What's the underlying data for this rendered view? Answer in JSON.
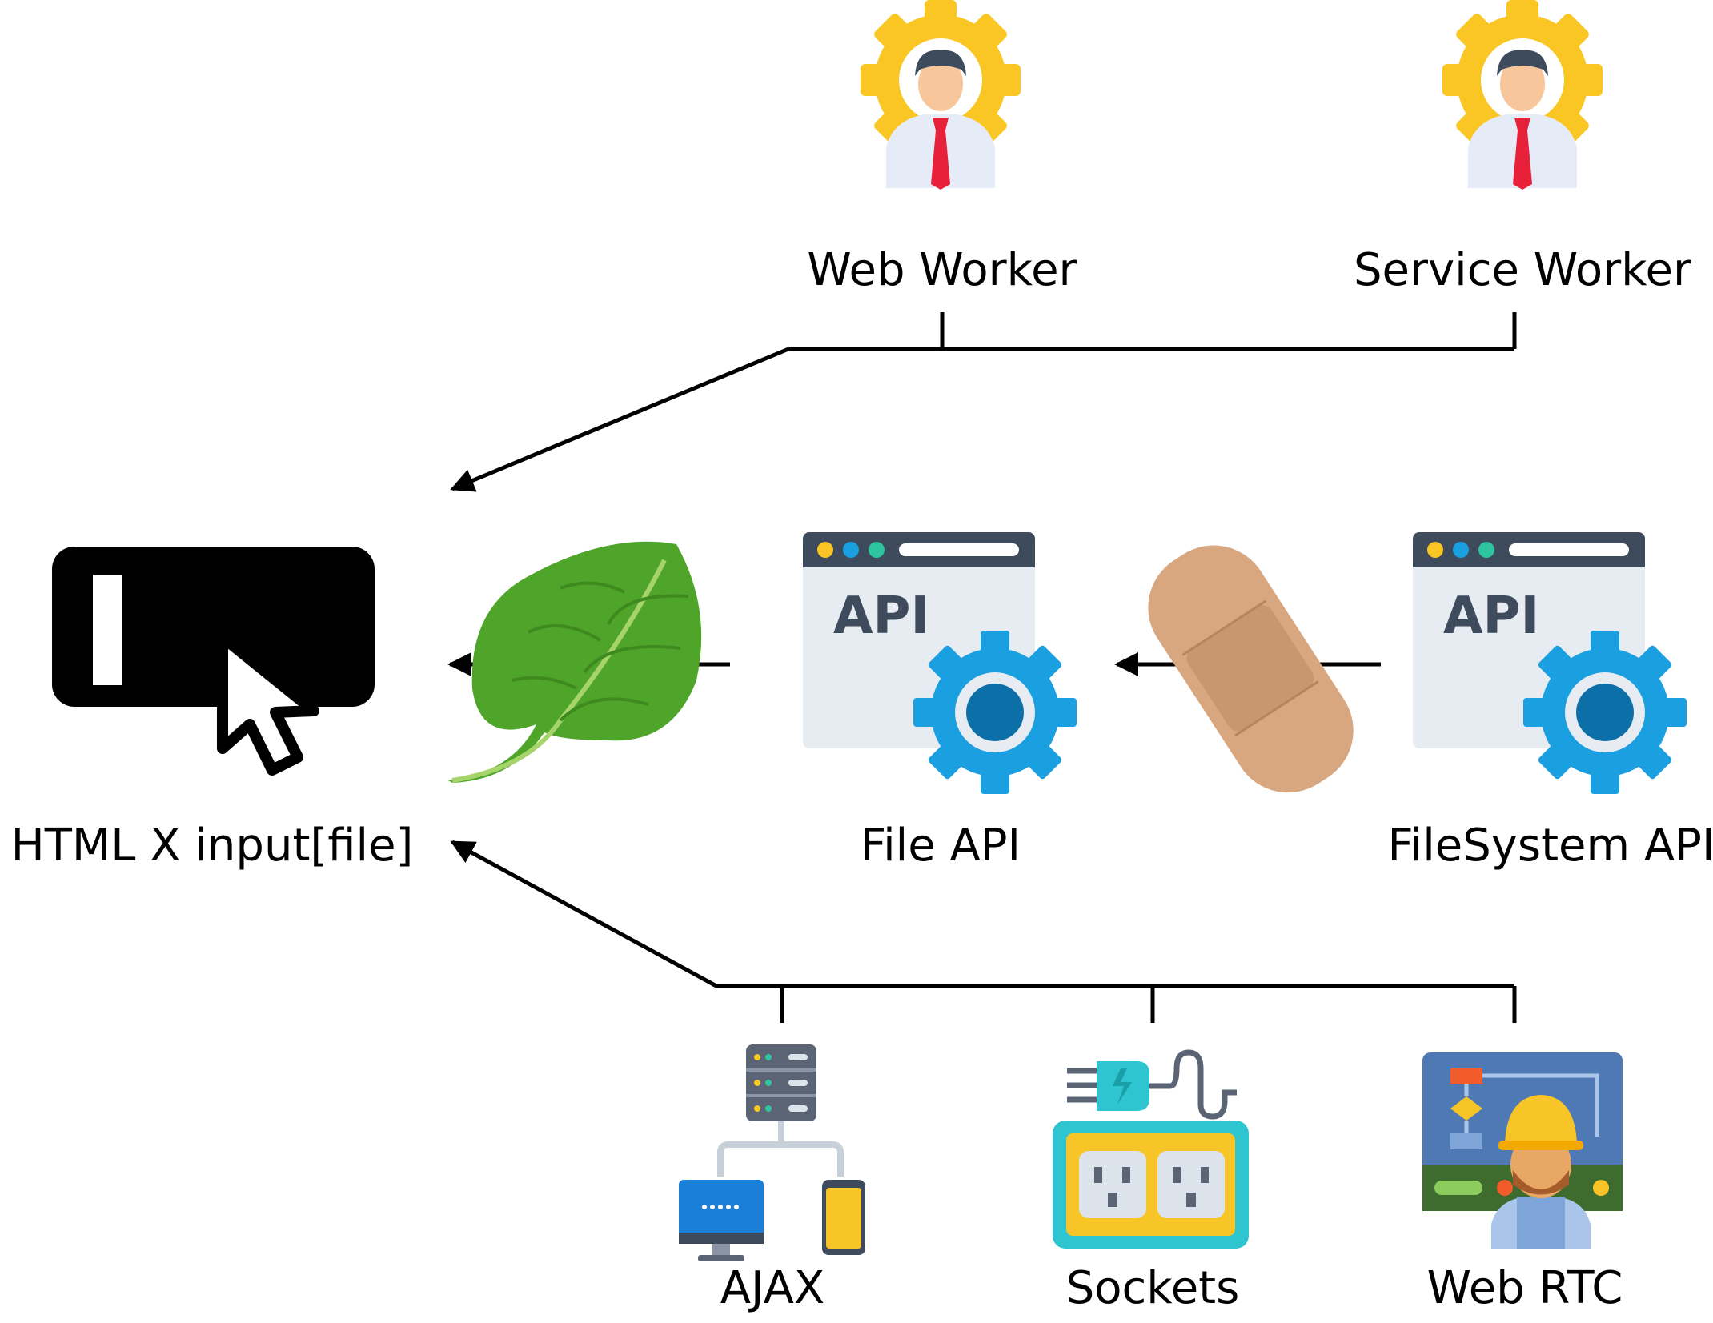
{
  "nodes": {
    "web_worker": {
      "label": "Web Worker",
      "icon": "engineer-gear-icon"
    },
    "service_worker": {
      "label": "Service Worker",
      "icon": "engineer-gear-icon"
    },
    "html_input": {
      "label": "HTML X input[file]",
      "icon": "input-cursor-icon"
    },
    "plantain": {
      "icon": "plantain-leaf-icon"
    },
    "file_api": {
      "label": "File API",
      "icon": "api-window-gear-icon"
    },
    "bandage": {
      "icon": "bandage-icon"
    },
    "filesystem_api": {
      "label": "FileSystem API",
      "icon": "api-window-gear-icon"
    },
    "ajax": {
      "label": "AJAX",
      "icon": "server-network-icon"
    },
    "sockets": {
      "label": "Sockets",
      "icon": "power-socket-icon"
    },
    "web_rtc": {
      "label": "Web RTC",
      "icon": "developer-dashboard-icon"
    }
  },
  "colors": {
    "gear_yellow": "#F9C623",
    "api_blue": "#1A9FE0",
    "api_window": "#E6ECF2",
    "api_titlebar": "#3D4B5C",
    "leaf_green": "#4FA52A",
    "bandage_tan": "#D8A77F",
    "socket_teal": "#2EC4D0",
    "socket_yellow": "#F7C527"
  }
}
